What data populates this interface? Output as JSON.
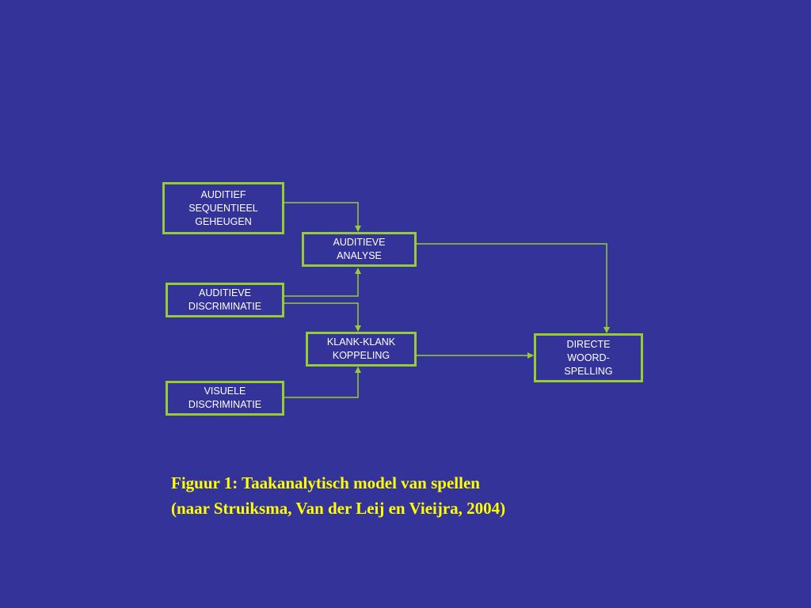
{
  "diagram": {
    "colors": {
      "background": "#333399",
      "border": "#99cc33",
      "connector": "#99cc33",
      "node_text": "#ffffff",
      "caption_text": "#ffff00"
    },
    "nodes": {
      "geheugen": "AUDITIEF\nSEQUENTIEEL\nGEHEUGEN",
      "analyse": "AUDITIEVE\nANALYSE",
      "discriminatie_auditief": "AUDITIEVE\nDISCRIMINATIE",
      "koppeling": "KLANK-KLANK\nKOPPELING",
      "directe": "DIRECTE\nWOORD-\nSPELLING",
      "discriminatie_visueel": "VISUELE\nDISCRIMINATIE"
    },
    "edges": [
      {
        "from": "geheugen",
        "to": "analyse"
      },
      {
        "from": "discriminatie_auditief",
        "to": "analyse"
      },
      {
        "from": "discriminatie_auditief",
        "to": "koppeling"
      },
      {
        "from": "discriminatie_visueel",
        "to": "koppeling"
      },
      {
        "from": "analyse",
        "to": "directe"
      },
      {
        "from": "koppeling",
        "to": "directe"
      }
    ]
  },
  "caption": {
    "line1": "Figuur 1: Taakanalytisch model van spellen",
    "line2": "(naar Struiksma, Van der Leij en Vieijra, 2004)"
  }
}
